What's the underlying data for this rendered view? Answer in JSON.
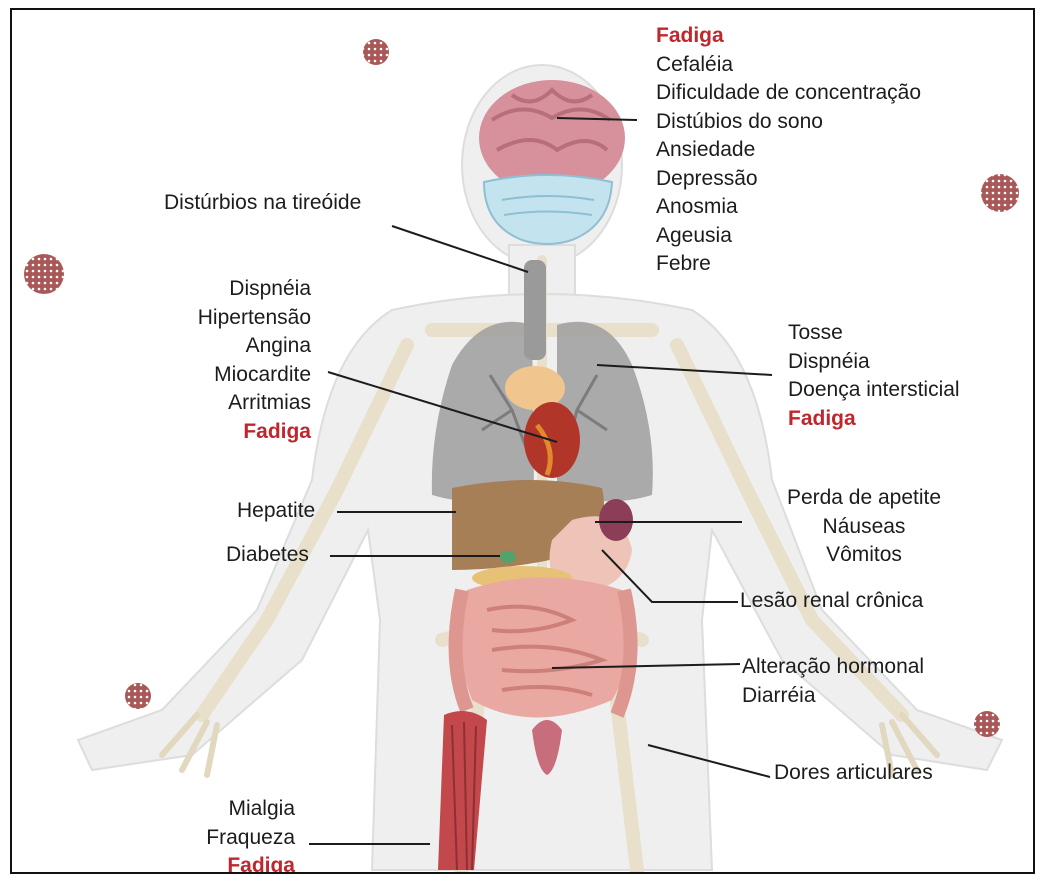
{
  "colors": {
    "highlight": "#c0272d",
    "text": "#1c1c1c",
    "body_silhouette": "#eeeeee",
    "bones": "#ece6d4",
    "lungs": "#9a9a9a",
    "brain": "#d58f9c",
    "mask": "#bfe2ee",
    "liver": "#a77f56",
    "intestine": "#e9a6a0",
    "muscle": "#c1474c",
    "virus": "#a85454"
  },
  "icons": [
    "virus-particle-icon",
    "human-anatomy-figure",
    "face-mask-icon"
  ],
  "labels": {
    "neuro": {
      "items": [
        "Fadiga",
        "Cefaléia",
        "Dificuldade de concentração",
        "Distúbios do sono",
        "Ansiedade",
        "Depressão",
        "Anosmia",
        "Ageusia",
        "Febre"
      ],
      "highlight_index": 0
    },
    "thyroid": {
      "items": [
        "Distúrbios na tireóide"
      ]
    },
    "cardio": {
      "items": [
        "Dispnéia",
        "Hipertensão",
        "Angina",
        "Miocardite",
        "Arritmias",
        "Fadiga"
      ],
      "highlight_index": 5
    },
    "lungs": {
      "items": [
        "Tosse",
        "Dispnéia",
        "Doença intersticial",
        "Fadiga"
      ],
      "highlight_index": 3
    },
    "liver": {
      "items": [
        "Hepatite"
      ]
    },
    "pancreas": {
      "items": [
        "Diabetes"
      ]
    },
    "stomach": {
      "items": [
        "Perda de apetite",
        "Náuseas",
        "Vômitos"
      ]
    },
    "kidney": {
      "items": [
        "Lesão renal crônica"
      ]
    },
    "intestine": {
      "items": [
        "Alteração hormonal",
        "Diarréia"
      ]
    },
    "joints": {
      "items": [
        "Dores articulares"
      ]
    },
    "muscle": {
      "items": [
        "Mialgia",
        "Fraqueza",
        "Fadiga"
      ],
      "highlight_index": 2
    }
  }
}
